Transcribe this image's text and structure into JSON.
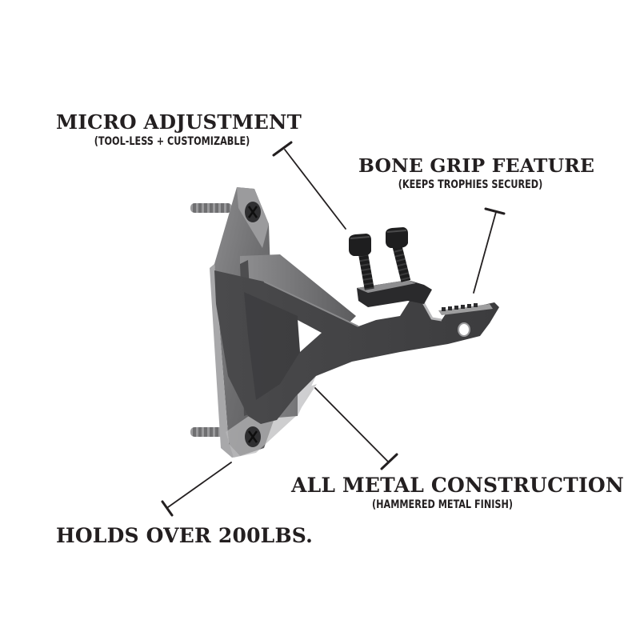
{
  "callouts": {
    "micro_adjustment": {
      "title": "MICRO ADJUSTMENT",
      "subtitle": "(TOOL-LESS + CUSTOMIZABLE)"
    },
    "bone_grip": {
      "title": "BONE GRIP FEATURE",
      "subtitle": "(KEEPS TROPHIES SECURED)"
    },
    "all_metal": {
      "title": "ALL METAL CONSTRUCTION",
      "subtitle": "(HAMMERED METAL FINISH)"
    },
    "holds_over": {
      "title": "HOLDS OVER 200LBS."
    }
  },
  "colors": {
    "background": "#ffffff",
    "text": "#231f20",
    "metal_dark": "#3d3d3f",
    "metal_mid": "#5a5a5c",
    "metal_light": "#8a8a8c",
    "edge_highlight": "#b5b5b7",
    "bolt_black": "#1a1a1b"
  },
  "icons": {
    "product": "wall-mount-bracket-illustration",
    "leader_lines": "t-bar-pointer-lines"
  }
}
